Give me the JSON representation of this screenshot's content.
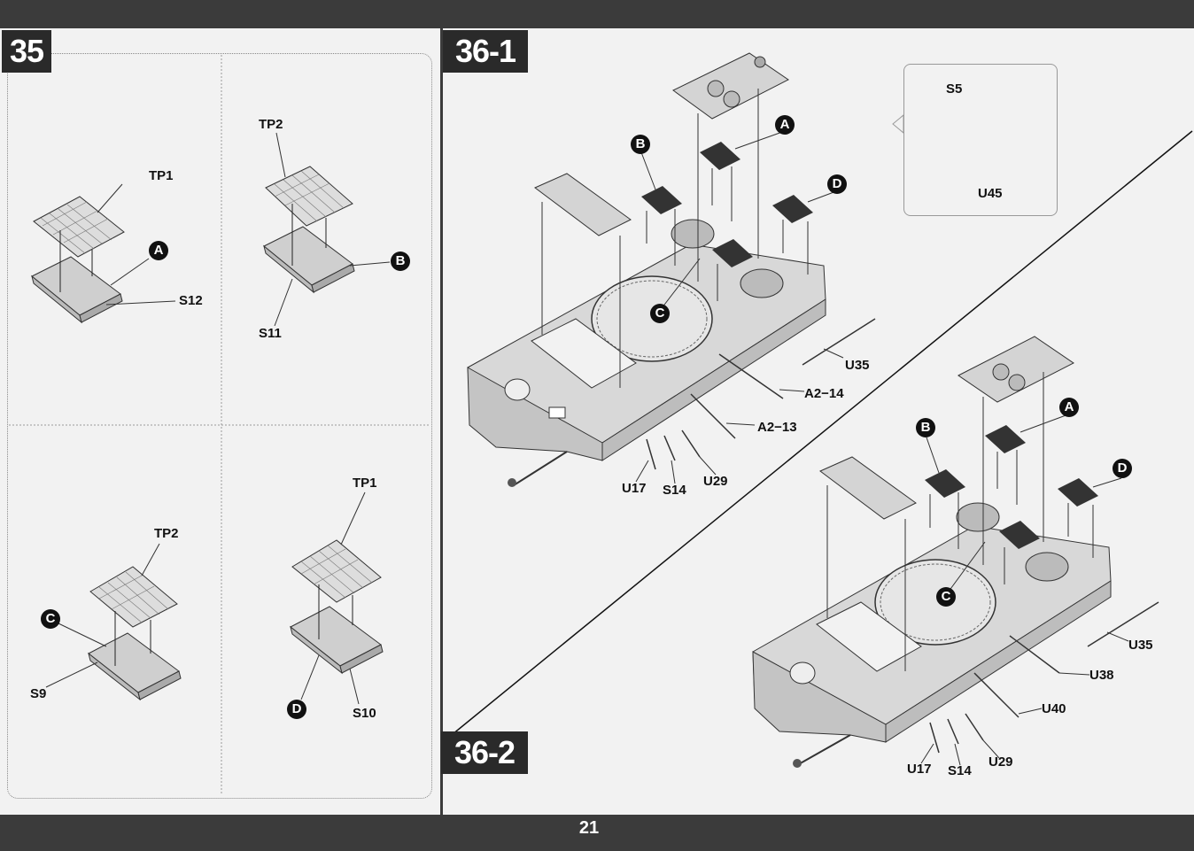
{
  "page_number": "21",
  "steps": {
    "s35": "35",
    "s36_1": "36-1",
    "s36_2": "36-2"
  },
  "step35_labels": {
    "tp1_a": "TP1",
    "a": "A",
    "s12": "S12",
    "tp2_b": "TP2",
    "b": "B",
    "s11": "S11",
    "tp2_c": "TP2",
    "c": "C",
    "s9": "S9",
    "tp1_d": "TP1",
    "d": "D",
    "s10": "S10"
  },
  "step36_1_labels": {
    "a": "A",
    "b": "B",
    "c": "C",
    "d": "D",
    "u35": "U35",
    "a2_14": "A2−14",
    "a2_13": "A2−13",
    "u17": "U17",
    "s14": "S14",
    "u29": "U29"
  },
  "callout_labels": {
    "s5": "S5",
    "u45": "U45"
  },
  "step36_2_labels": {
    "a": "A",
    "b": "B",
    "c": "C",
    "d": "D",
    "u35": "U35",
    "u38": "U38",
    "u40": "U40",
    "u17": "U17",
    "s14": "S14",
    "u29": "U29"
  }
}
